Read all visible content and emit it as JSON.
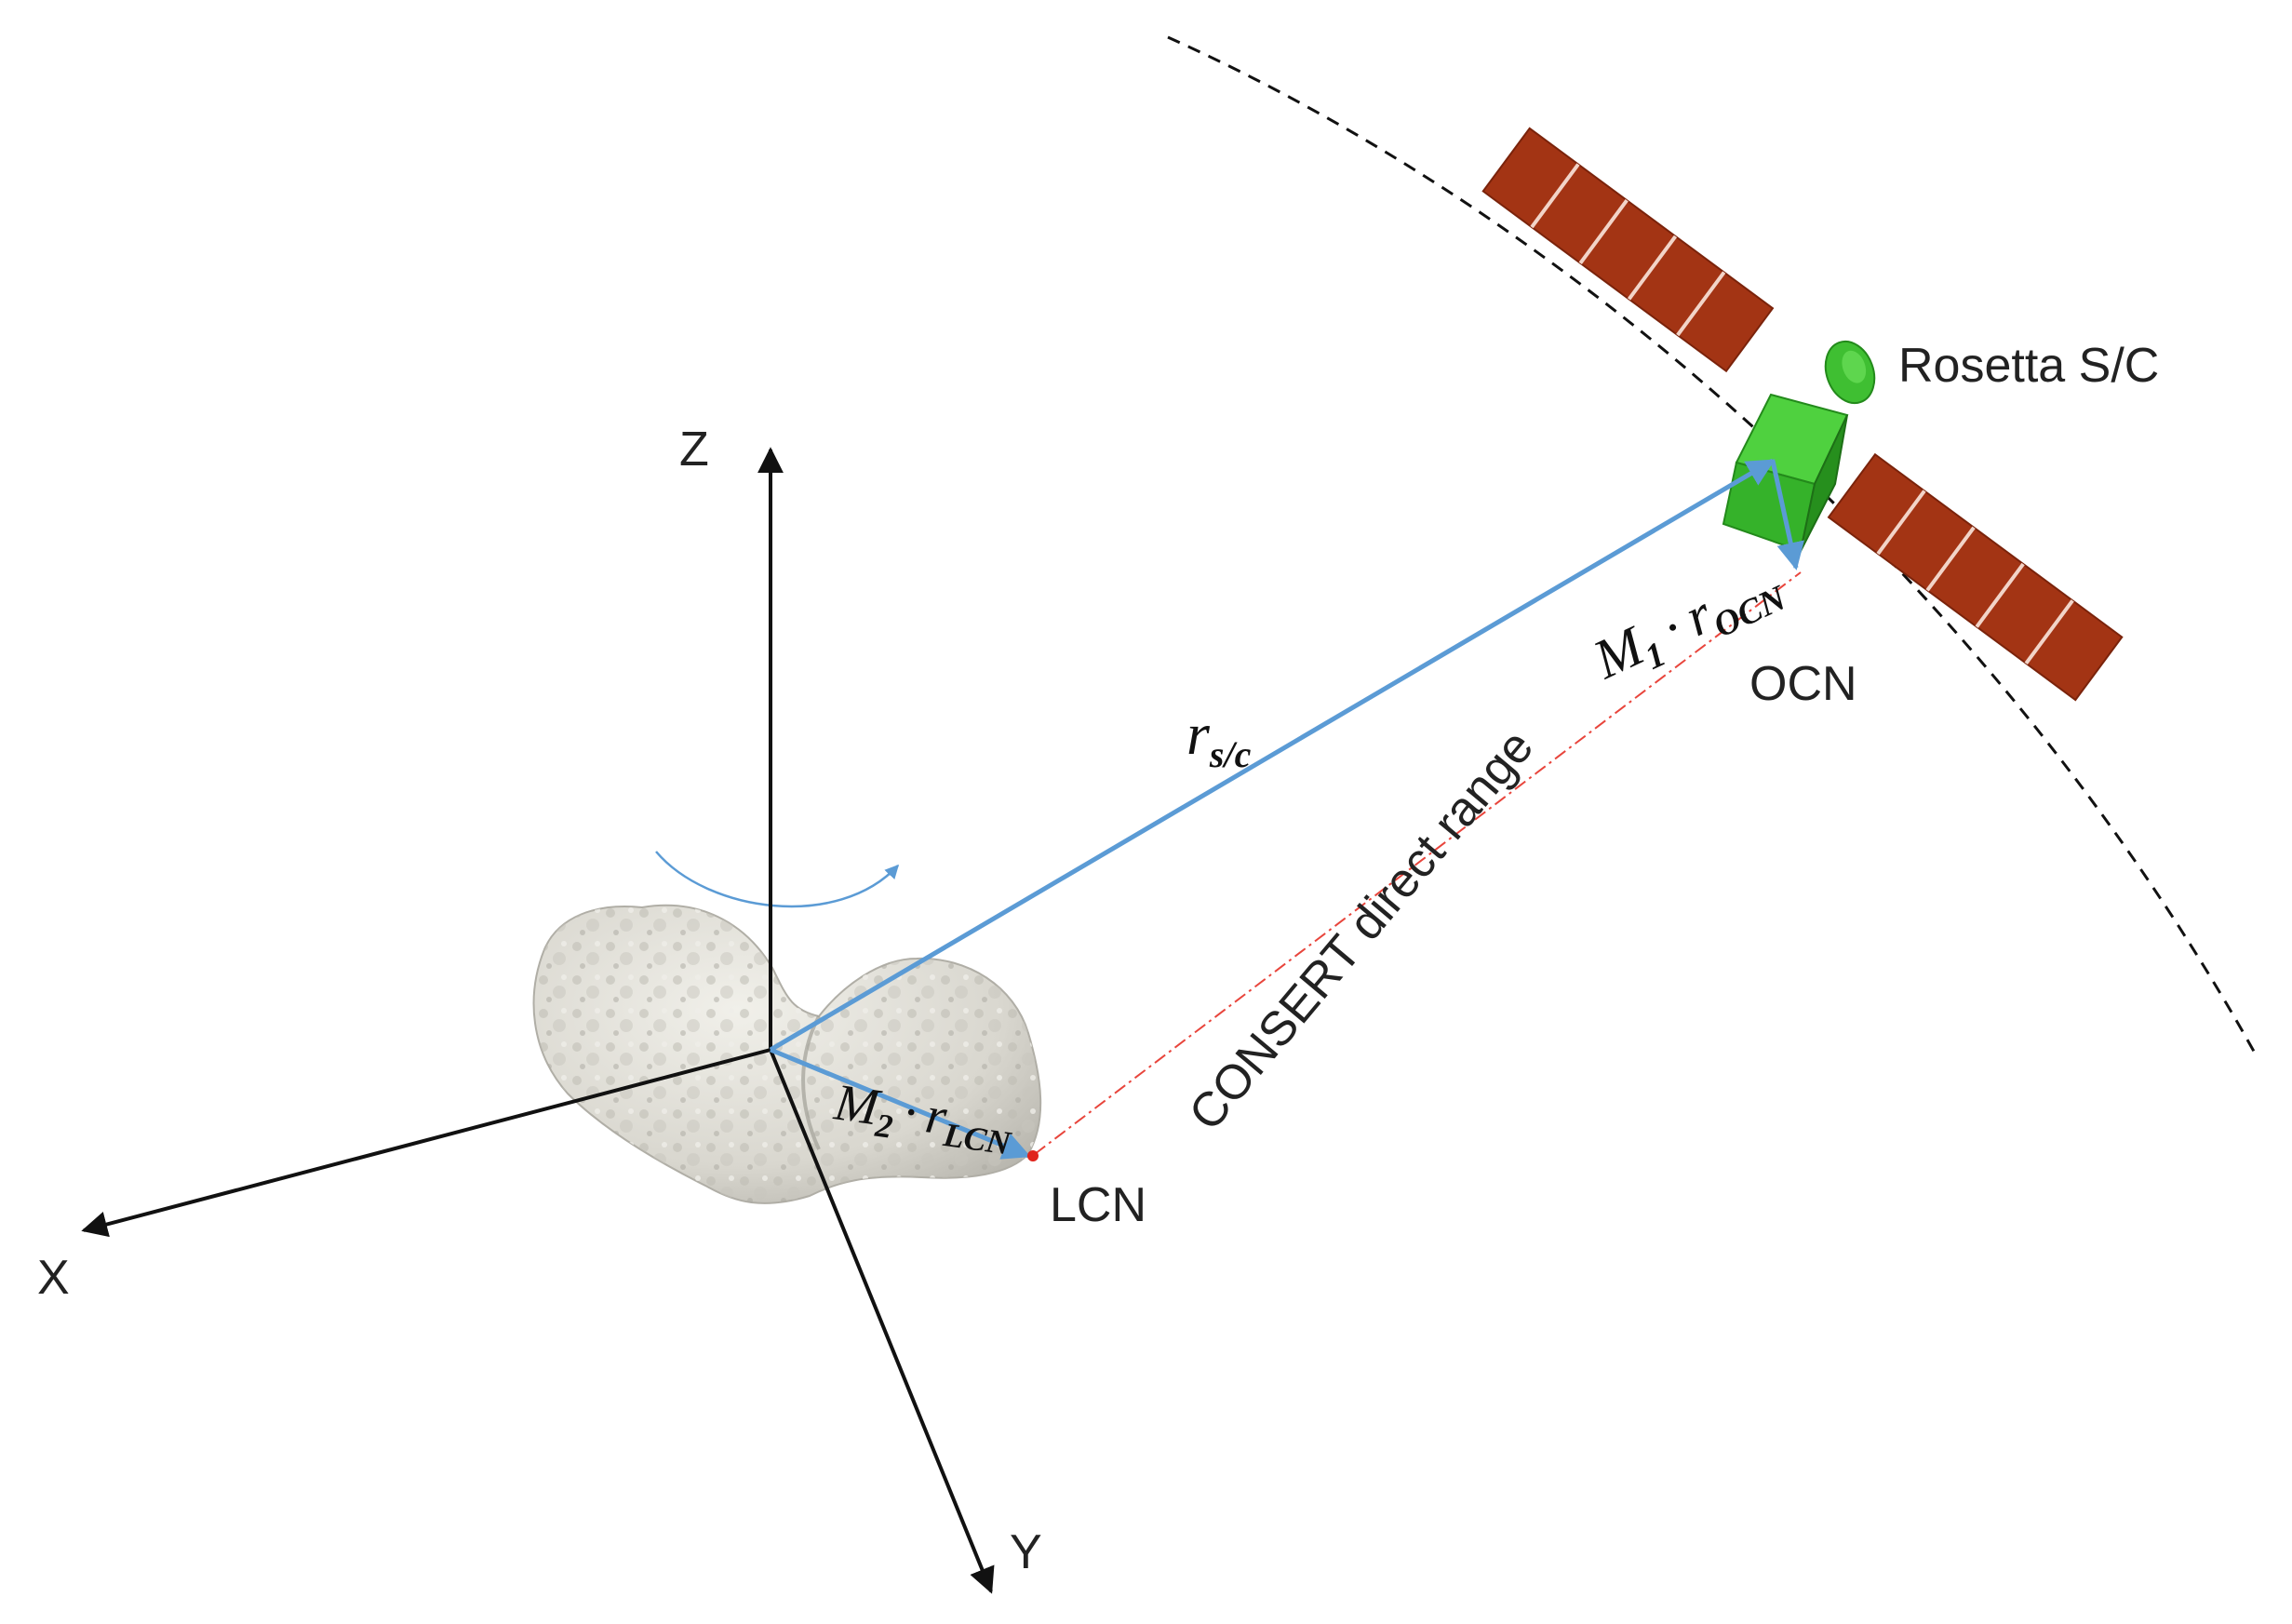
{
  "axes": {
    "z_label": "Z",
    "x_label": "X",
    "y_label": "Y"
  },
  "labels": {
    "rosetta": "Rosetta S/C",
    "ocn": "OCN",
    "lcn": "LCN",
    "consert_range": "CONSERT direct range"
  },
  "vectors": {
    "spacecraft": {
      "base": "r",
      "subscript": "s/c"
    },
    "ocn_offset": {
      "coef": "M",
      "coef_sub": "1",
      "op": "·",
      "base": "r",
      "subscript": "OCN"
    },
    "lcn_offset": {
      "coef": "M",
      "coef_sub": "2",
      "op": "·",
      "base": "r",
      "subscript": "LCN"
    }
  },
  "colors": {
    "axis": "#111111",
    "vector": "#5b9bd5",
    "range_line": "#e8453c",
    "solar_panel": "#a33414",
    "spacecraft_body": "#35b22a",
    "comet": "#dcdad2",
    "orbit": "#111111"
  }
}
